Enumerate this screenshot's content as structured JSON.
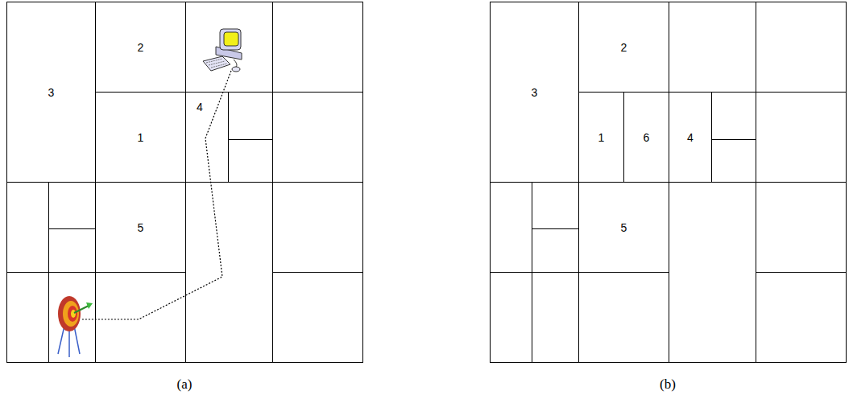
{
  "diagram": {
    "nodes": [
      {
        "text": [
          "2"
        ]
      },
      {
        "text": [
          "3"
        ]
      },
      {
        "text": [
          "4"
        ]
      },
      {
        "text": [
          "1"
        ]
      },
      {
        "text": [
          "5"
        ]
      },
      {
        "text": [
          "2"
        ]
      },
      {
        "text": [
          "3"
        ]
      },
      {
        "text": [
          "1"
        ]
      },
      {
        "text": [
          "6"
        ]
      },
      {
        "text": [
          "4"
        ]
      },
      {
        "text": [
          "5"
        ]
      }
    ],
    "labels": [
      "(a)",
      "(b)"
    ]
  }
}
